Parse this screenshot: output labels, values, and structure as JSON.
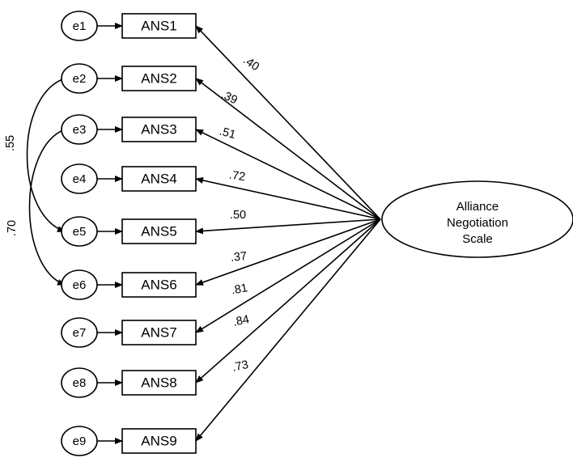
{
  "factor": {
    "lines": [
      "Alliance",
      "Negotiation",
      "Scale"
    ]
  },
  "items": [
    {
      "indicator": "ANS1",
      "error": "e1",
      "loading": ".40"
    },
    {
      "indicator": "ANS2",
      "error": "e2",
      "loading": ".39"
    },
    {
      "indicator": "ANS3",
      "error": "e3",
      "loading": ".51"
    },
    {
      "indicator": "ANS4",
      "error": "e4",
      "loading": ".72"
    },
    {
      "indicator": "ANS5",
      "error": "e5",
      "loading": ".50"
    },
    {
      "indicator": "ANS6",
      "error": "e6",
      "loading": ".37"
    },
    {
      "indicator": "ANS7",
      "error": "e7",
      "loading": ".81"
    },
    {
      "indicator": "ANS8",
      "error": "e8",
      "loading": ".84"
    },
    {
      "indicator": "ANS9",
      "error": "e9",
      "loading": ".73"
    }
  ],
  "covariances": [
    {
      "from": "e2",
      "to": "e5",
      "value": ".55"
    },
    {
      "from": "e3",
      "to": "e6",
      "value": ".70"
    }
  ]
}
